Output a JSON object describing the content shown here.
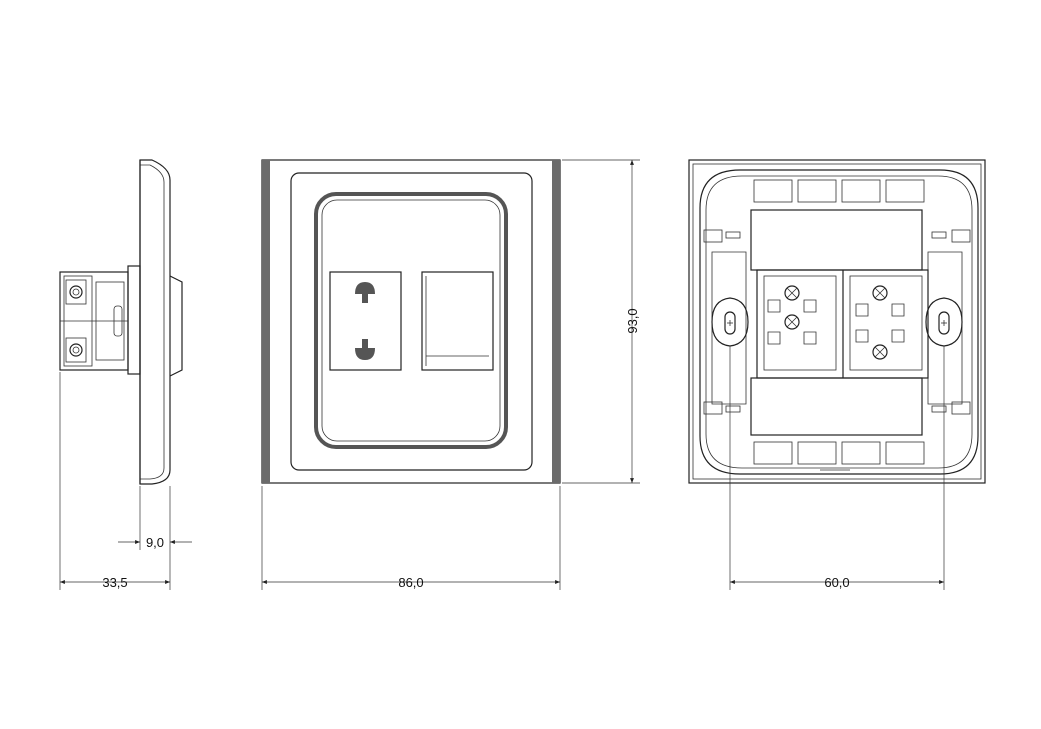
{
  "dimensions": {
    "depth_button": "9,0",
    "depth_total": "33,5",
    "width": "86,0",
    "height": "93,0",
    "mount_spacing": "60,0"
  },
  "colors": {
    "line": "#222222",
    "frame_band": "#6b6b6b",
    "insert_border": "#555555",
    "background": "#ffffff"
  }
}
